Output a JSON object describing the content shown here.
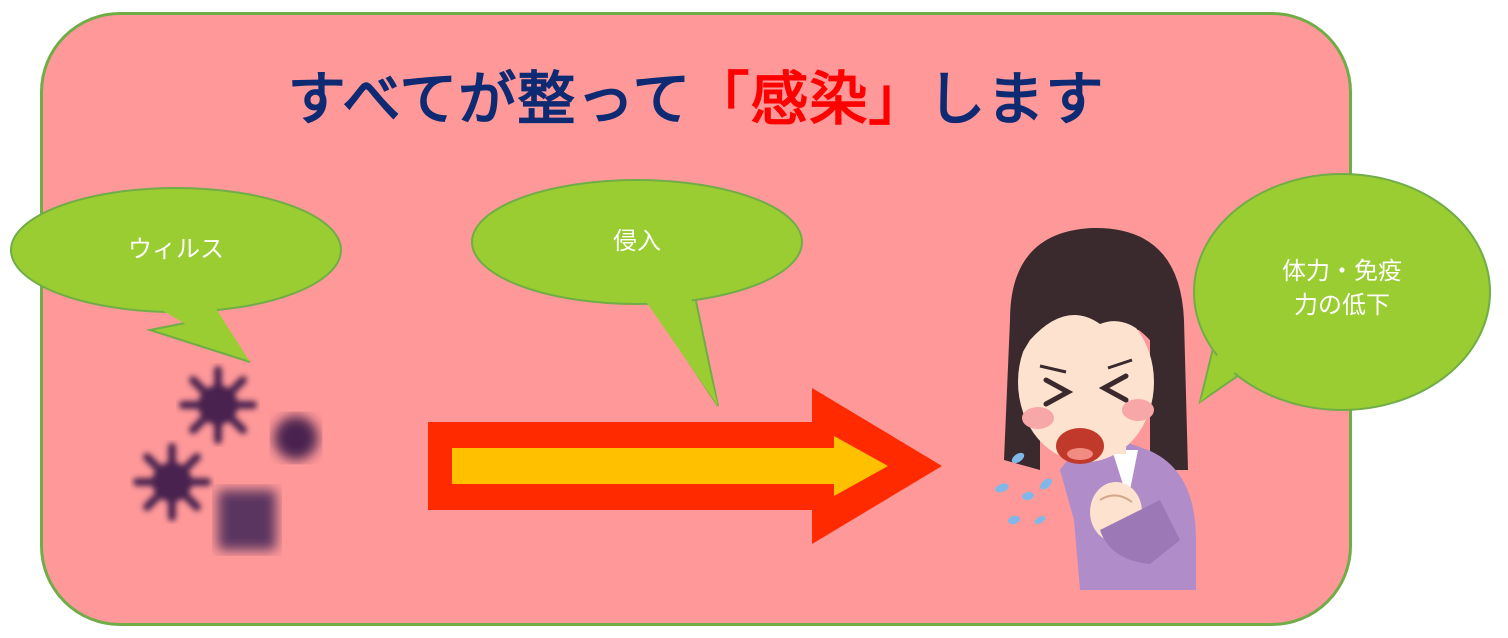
{
  "title": {
    "before": "すべてが整って",
    "accent": "「感染」",
    "after": "します"
  },
  "bubbles": [
    {
      "text": "ウィルス"
    },
    {
      "text": "侵入"
    },
    {
      "line1": "体力・免疫",
      "line2": "力の低下"
    }
  ],
  "icons": {
    "virus": "virus-cluster-icon",
    "arrow": "right-arrow-icon",
    "person": "coughing-woman-illustration"
  },
  "colors": {
    "panel": "#ff9999",
    "panel_border": "#70ad47",
    "bubble": "#9acd32",
    "title": "#0d2a73",
    "accent": "#ff0000",
    "arrow_outer": "#ff2a00",
    "arrow_inner": "#ffc000",
    "virus": "#4a2450"
  }
}
